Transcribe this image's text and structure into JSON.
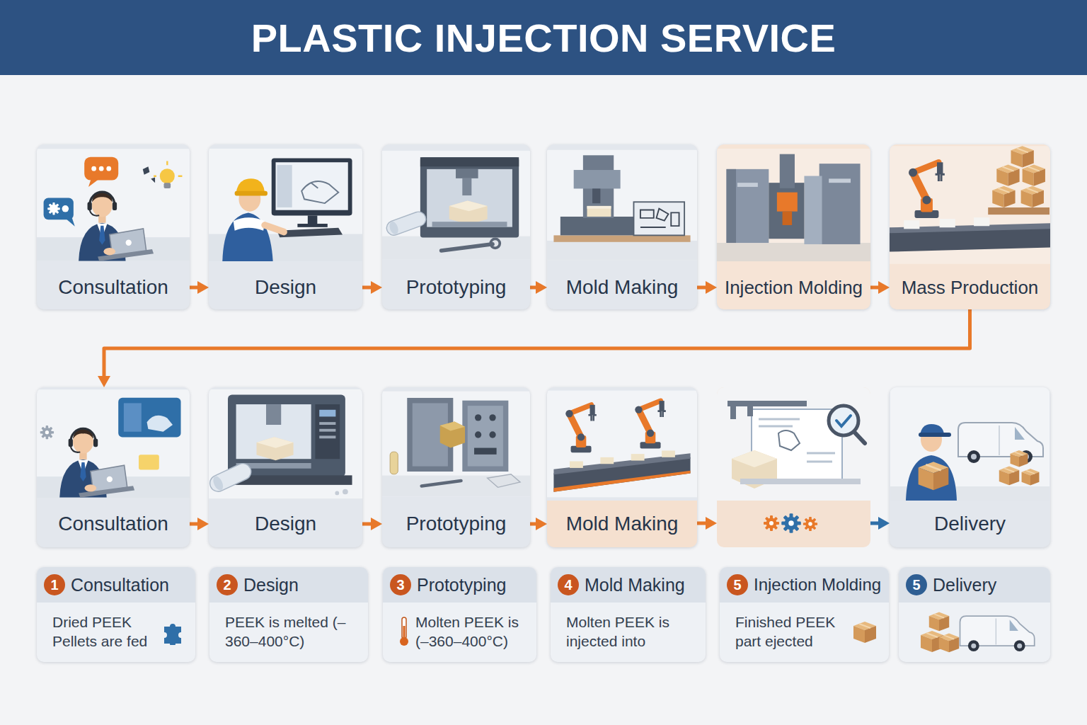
{
  "diagram": {
    "title": "PLASTIC INJECTION SERVICE",
    "nodes": [
      {
        "text": [
          "Consultation"
        ]
      },
      {
        "text": [
          "Design"
        ]
      },
      {
        "text": [
          "Prototyping"
        ]
      },
      {
        "text": [
          "Mold Making"
        ]
      },
      {
        "text": [
          "Injection Molding"
        ]
      },
      {
        "text": [
          "Mass Production"
        ]
      },
      {
        "text": [
          "Consultation"
        ]
      },
      {
        "text": [
          "Design"
        ]
      },
      {
        "text": [
          "Prototyping"
        ]
      },
      {
        "text": [
          "Mold Making"
        ]
      },
      {
        "text": [
          "Delivery"
        ]
      },
      {
        "text": [
          "Consultation",
          "Dried PEEK Pellets are fed"
        ]
      },
      {
        "text": [
          "Design",
          "PEEK is melted (–360–400°C)"
        ]
      },
      {
        "text": [
          "Prototyping",
          "Molten PEEK is (–360–400°C)"
        ]
      },
      {
        "text": [
          "Mold Making",
          "Molten PEEK is injected into"
        ]
      },
      {
        "text": [
          "Injection Molding",
          "Finished PEEK part ejected"
        ]
      },
      {
        "text": [
          "Delivery"
        ]
      }
    ],
    "edges": [
      {
        "from": 0,
        "to": 1,
        "arrow": "to"
      },
      {
        "from": 1,
        "to": 2,
        "arrow": "to"
      },
      {
        "from": 2,
        "to": 3,
        "arrow": "to"
      },
      {
        "from": 3,
        "to": 4,
        "arrow": "to"
      },
      {
        "from": 4,
        "to": 5,
        "arrow": "to"
      },
      {
        "from": 5,
        "to": 6,
        "arrow": "to"
      },
      {
        "from": 6,
        "to": 7,
        "arrow": "to"
      },
      {
        "from": 7,
        "to": 8,
        "arrow": "to"
      },
      {
        "from": 8,
        "to": 9,
        "arrow": "to"
      }
    ],
    "labels": [
      "1",
      "2",
      "3",
      "4",
      "5",
      "5"
    ]
  }
}
